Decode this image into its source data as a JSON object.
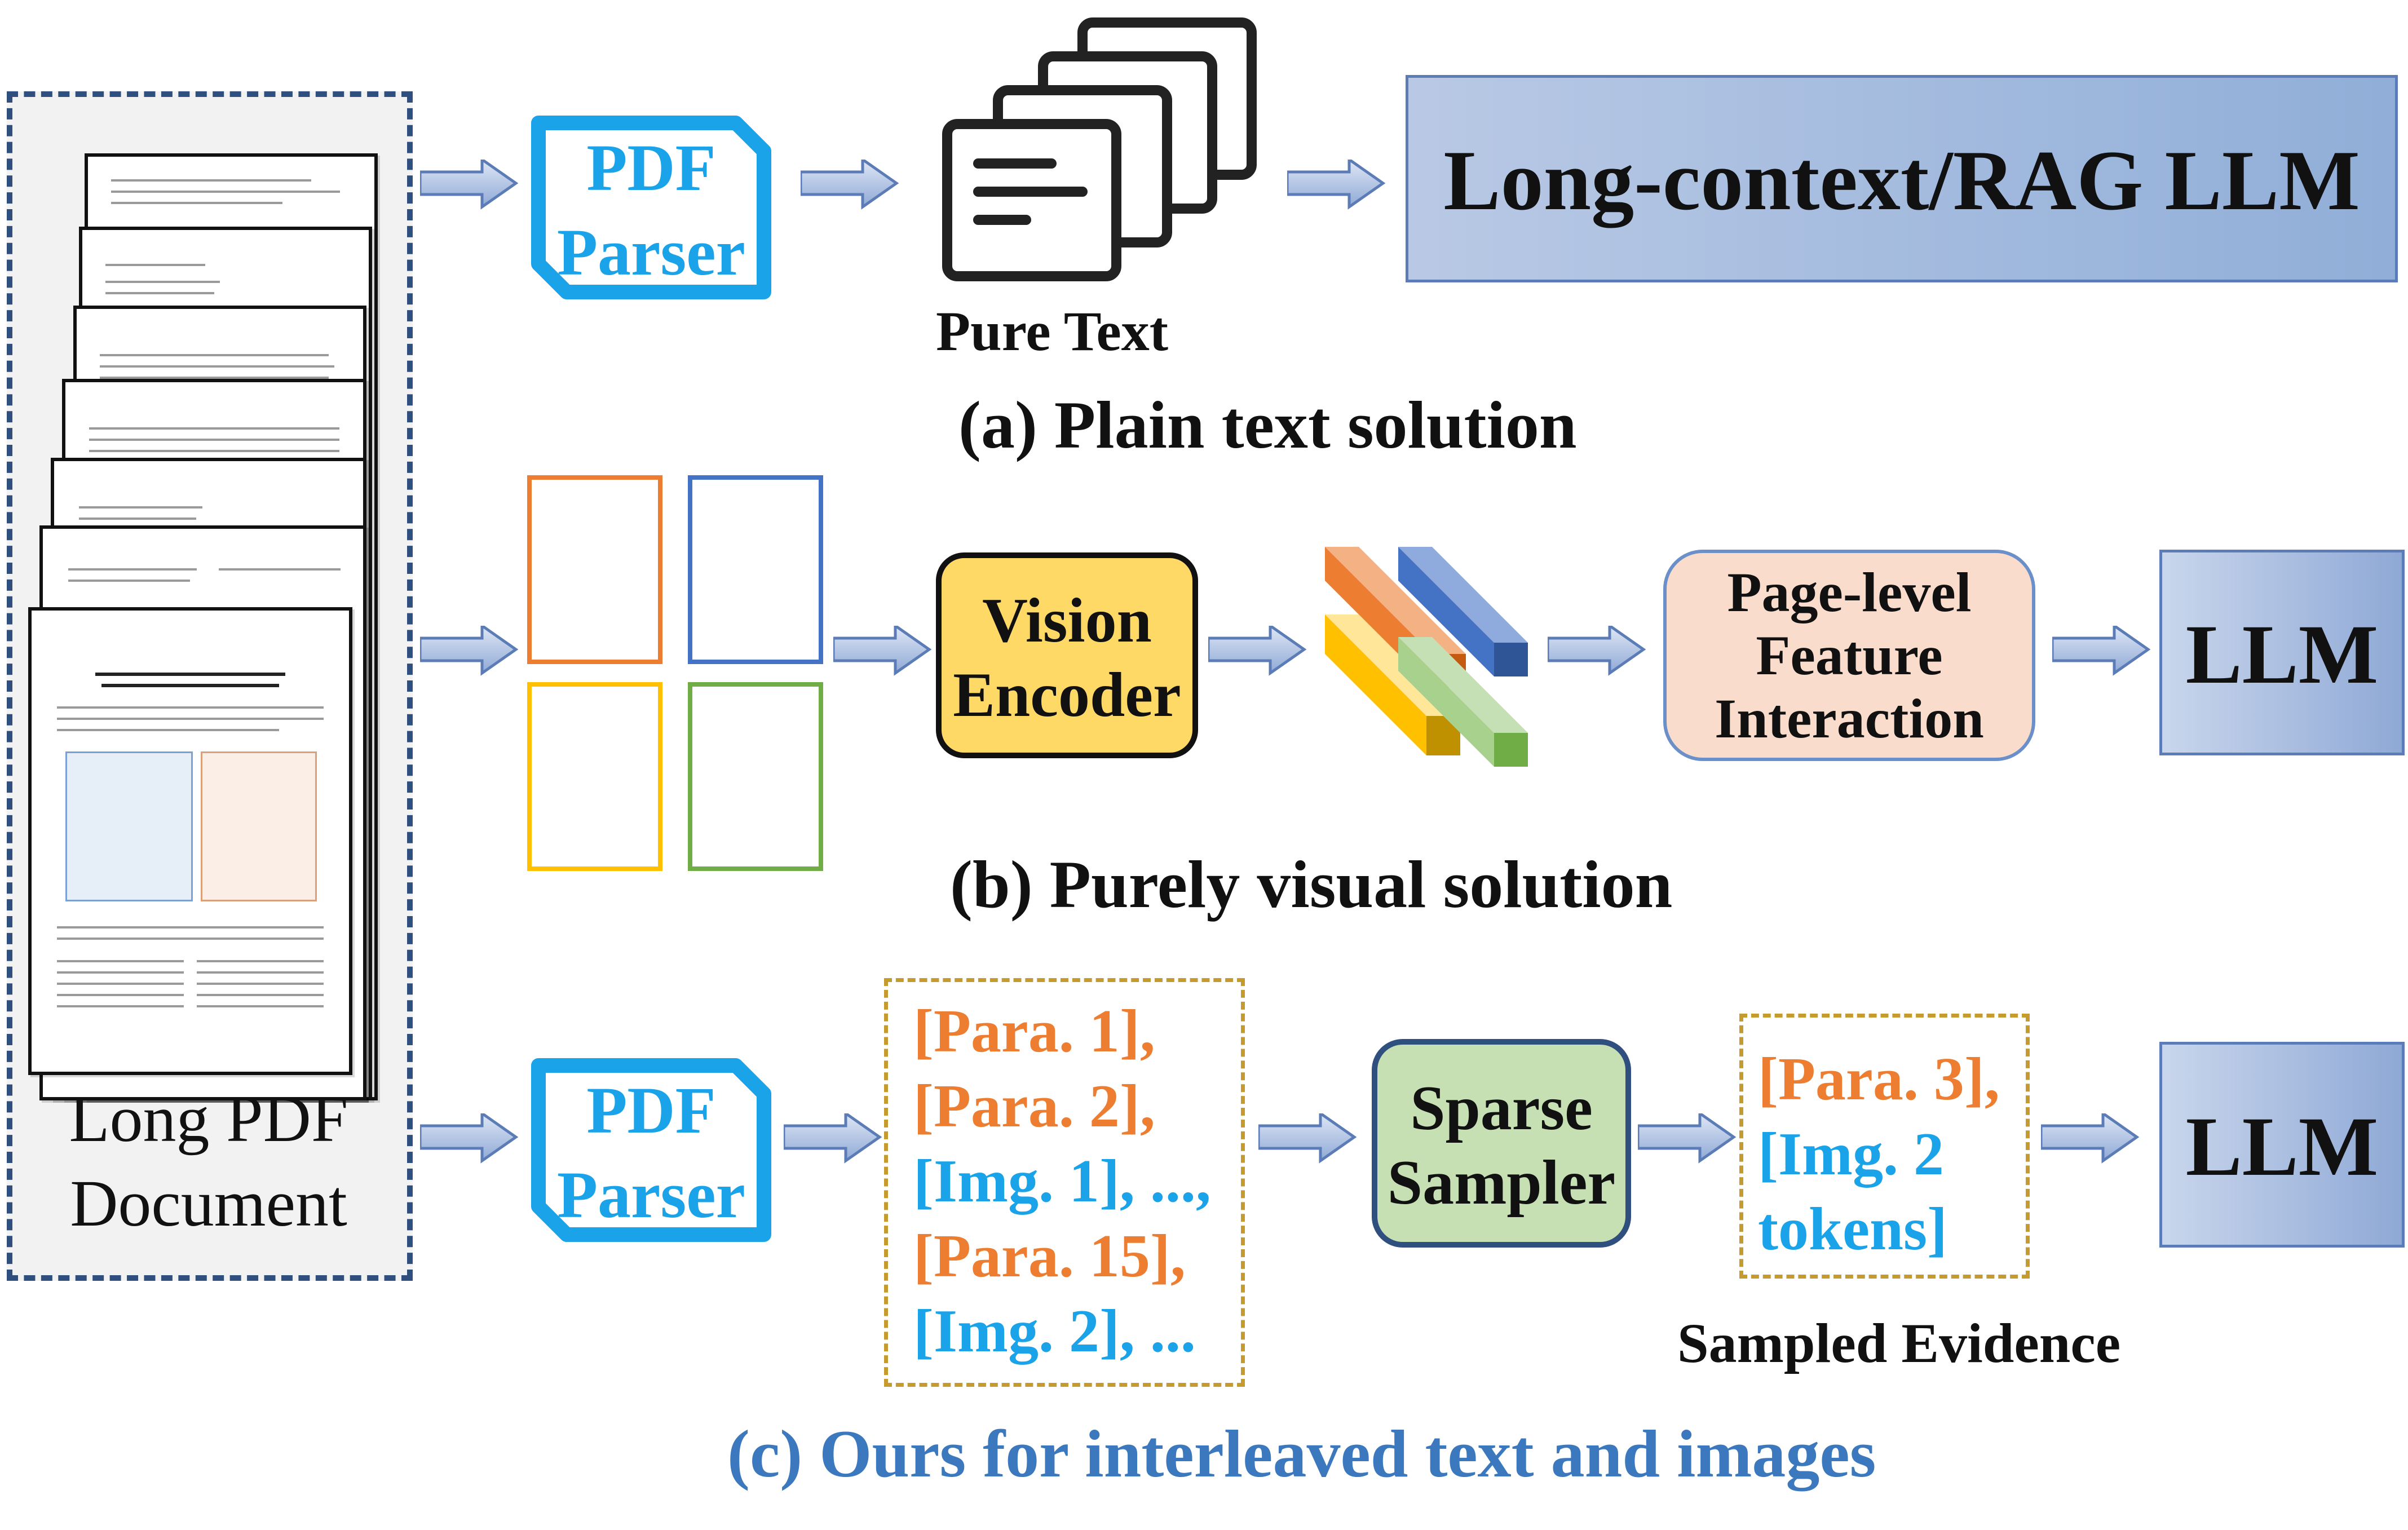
{
  "left_panel": {
    "label_line1": "Long PDF",
    "label_line2": "Document"
  },
  "parser": {
    "line1": "PDF",
    "line2": "Parser"
  },
  "plain_text": {
    "pure_text_label": "Pure Text",
    "llm_label": "Long-context/RAG LLM",
    "caption": "(a) Plain text solution"
  },
  "visual": {
    "encoder_line1": "Vision",
    "encoder_line2": "Encoder",
    "interaction_line1": "Page-level",
    "interaction_line2": "Feature",
    "interaction_line3": "Interaction",
    "llm_label": "LLM",
    "caption": "(b) Purely visual solution"
  },
  "ours": {
    "tokens": [
      "[Para. 1],",
      "[Para. 2],",
      "[Img. 1], ...,",
      "[Para. 15],",
      "[Img. 2], ..."
    ],
    "sampler_line1": "Sparse",
    "sampler_line2": "Sampler",
    "evidence": [
      "[Para. 3],",
      "[Img. 2",
      "tokens]"
    ],
    "evidence_label": "Sampled Evidence",
    "llm_label": "LLM",
    "caption": "(c) Ours for interleaved text and images"
  },
  "colors": {
    "accent_blue": "#1aa3e8",
    "accent_orange": "#ed7d31",
    "caption_blue": "#3b78bd",
    "box_blue": "#8fa9d6"
  },
  "icons": [
    "document-stack-icon",
    "pdf-parser-icon",
    "text-pages-icon",
    "feature-cubes-icon",
    "arrow-right-icon"
  ]
}
